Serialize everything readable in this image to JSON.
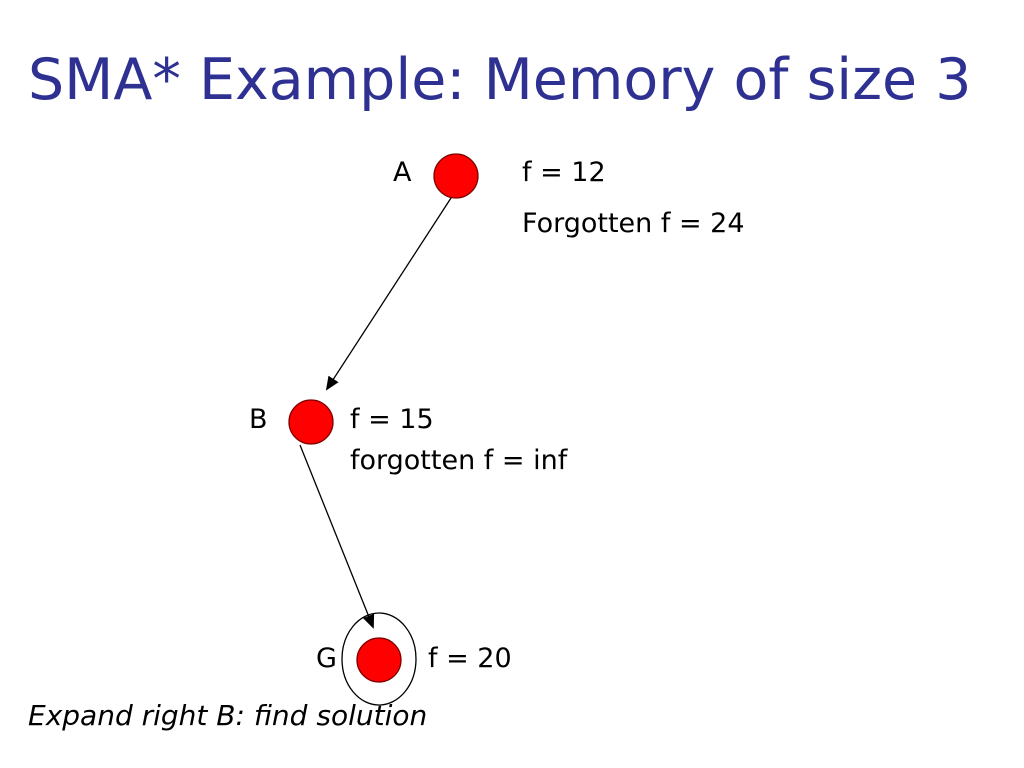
{
  "title": "SMA* Example: Memory of size 3",
  "colors": {
    "title": "#2e3192",
    "node_fill": "#ff0000",
    "node_stroke": "#800000",
    "edge": "#000000",
    "text": "#000000"
  },
  "nodes": {
    "A": {
      "name": "A",
      "f_label": "f = 12",
      "forgotten_label": "Forgotten f = 24"
    },
    "B": {
      "name": "B",
      "f_label": "f = 15",
      "forgotten_label": "forgotten f = inf"
    },
    "G": {
      "name": "G",
      "f_label": "f = 20"
    }
  },
  "edges": [
    {
      "from": "A",
      "to": "B"
    },
    {
      "from": "B",
      "to": "G"
    }
  ],
  "highlighted_node": "G",
  "caption": "Expand right B: find solution"
}
